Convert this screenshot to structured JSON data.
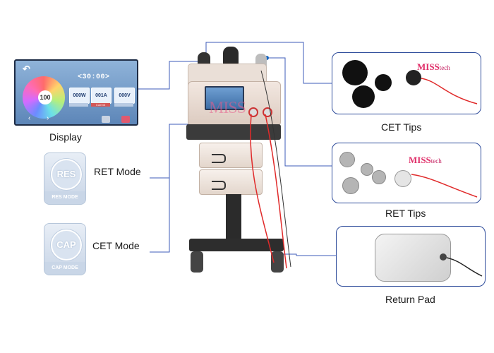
{
  "labels": {
    "display": "Display",
    "ret_mode": "RET Mode",
    "cet_mode": "CET Mode",
    "cet_tips": "CET Tips",
    "ret_tips": "RET Tips",
    "return_pad": "Return Pad"
  },
  "screen": {
    "timer": "<30:00>",
    "intensity": "100",
    "values": [
      "000W",
      "001A",
      "000V"
    ],
    "value_sub": "Current"
  },
  "modes": {
    "res": {
      "icon_text": "RES",
      "caption": "RES MODE"
    },
    "cap": {
      "icon_text": "CAP",
      "caption": "CAP MODE"
    }
  },
  "brand": {
    "name": "MISS",
    "suffix": "tech"
  },
  "colors": {
    "line": "#3d5bb8",
    "frame": "#2c4a9a",
    "cable_red": "#e02a2a",
    "accent_pink": "#e0306a"
  }
}
